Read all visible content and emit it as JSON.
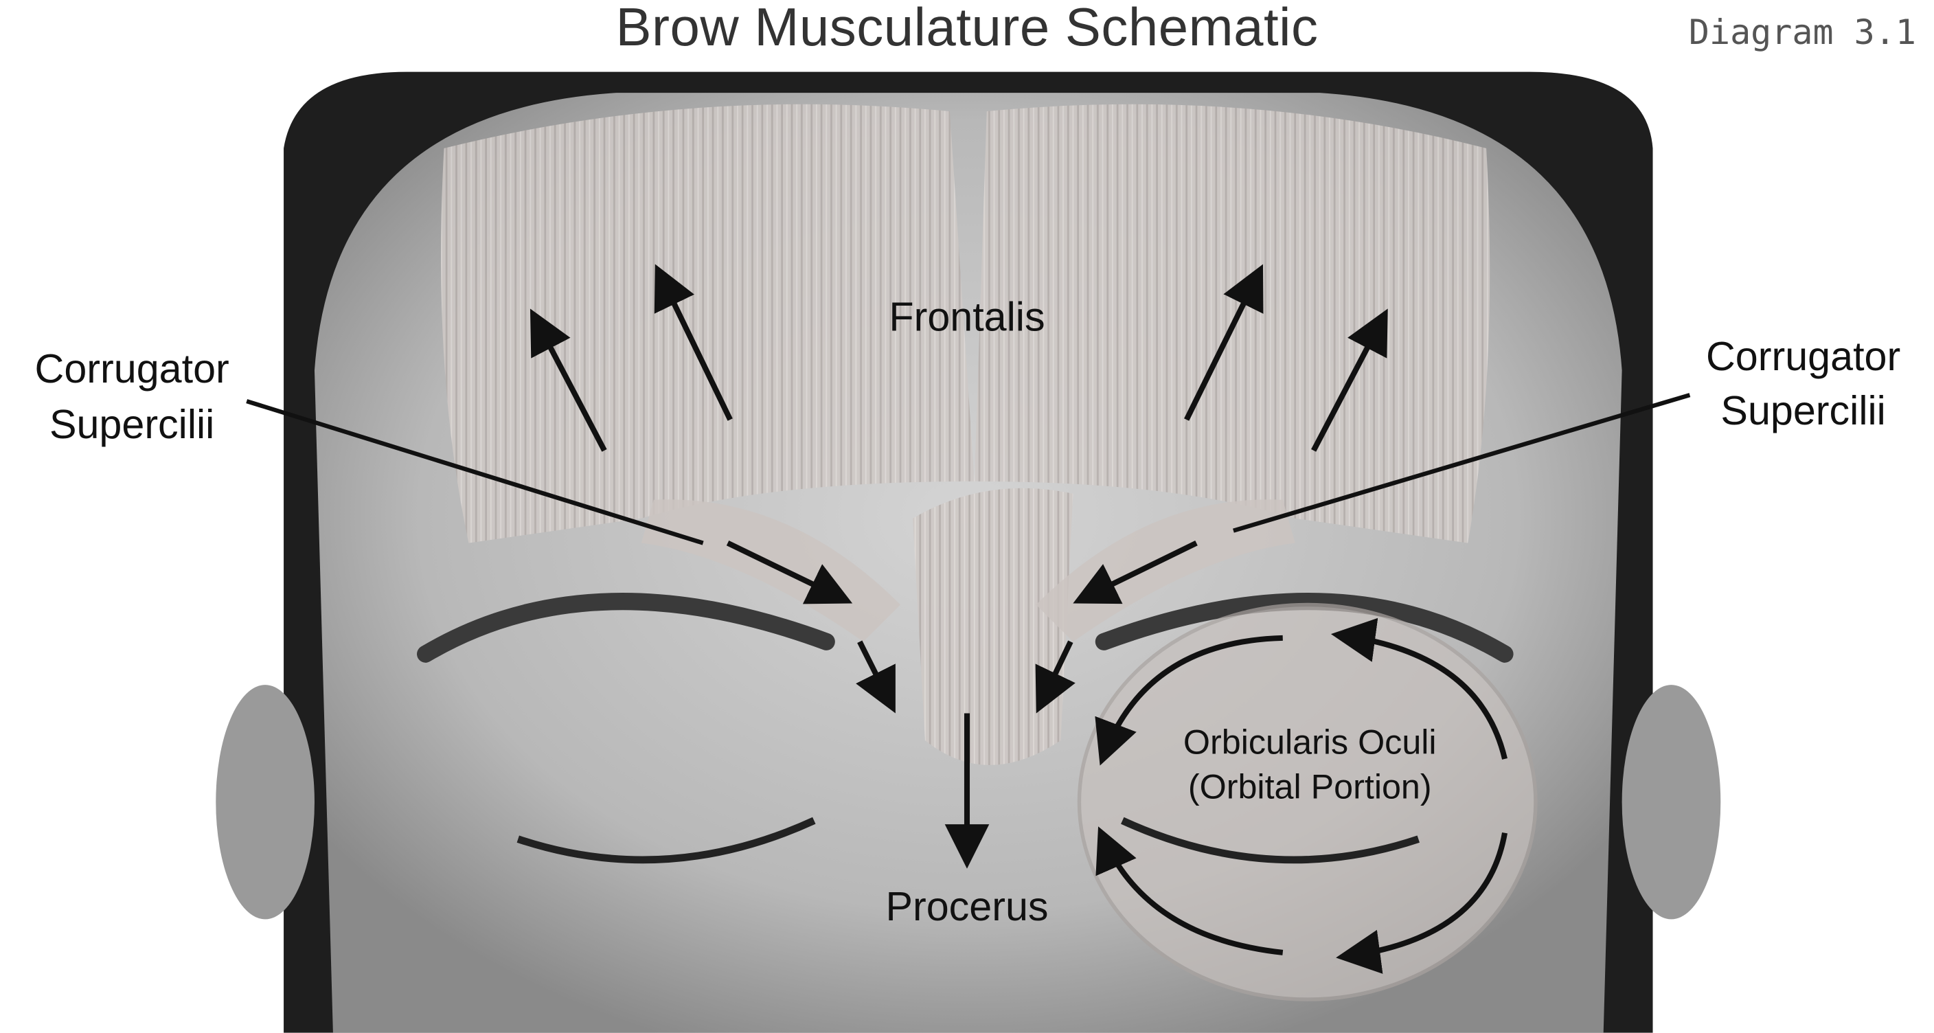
{
  "title": "Brow Musculature Schematic",
  "diagram_number": "Diagram 3.1",
  "labels": {
    "frontalis": "Frontalis",
    "corrugator_left_line1": "Corrugator",
    "corrugator_left_line2": "Supercilii",
    "corrugator_right_line1": "Corrugator",
    "corrugator_right_line2": "Supercilii",
    "orbicularis_line1": "Orbicularis Oculi",
    "orbicularis_line2": "(Orbital Portion)",
    "procerus": "Procerus"
  },
  "colors": {
    "arrow": "#111111",
    "hair": "#1e1e1e",
    "skin": "#bdbdbd"
  }
}
